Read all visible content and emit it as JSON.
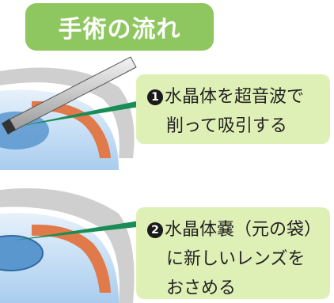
{
  "title": "手術の流れ",
  "steps": [
    {
      "number": "1",
      "lines": [
        "水晶体を超音波で",
        "削って吸引する"
      ]
    },
    {
      "number": "2",
      "lines": [
        "水晶体嚢（元の袋）",
        "に新しいレンズを",
        "おさめる"
      ]
    }
  ],
  "colors": {
    "title_badge": "#8ec760",
    "callout_bg": "#dff0b6",
    "leader_line": "#1a8c55",
    "cornea": "#6fa5d6",
    "iris": "#e07a4a",
    "sclera": "#c9c9c9"
  }
}
